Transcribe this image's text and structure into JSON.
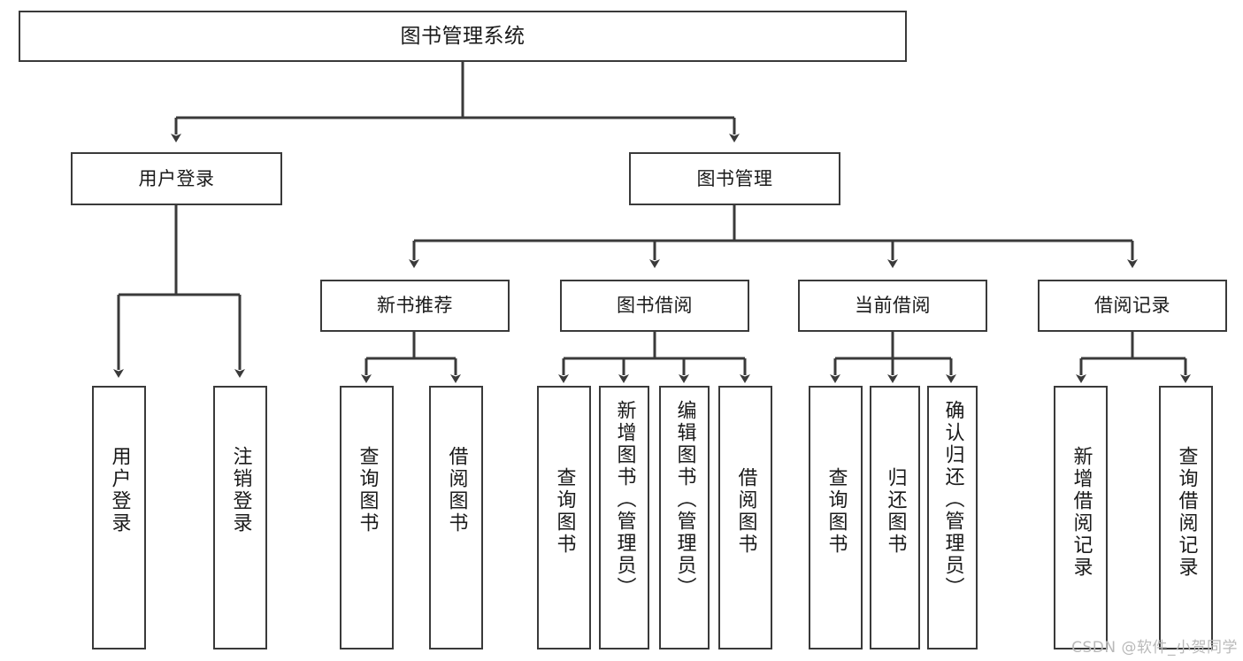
{
  "diagram": {
    "type": "tree-hierarchy",
    "title": "图书管理系统",
    "watermark": "CSDN @软件_小贺同学",
    "colors": {
      "background": "#ffffff",
      "stroke": "#3a3a3a",
      "text": "#1a1a1a",
      "watermark": "#b9b9b9"
    },
    "levels": {
      "level1": [
        {
          "id": "root",
          "label": "图书管理系统"
        }
      ],
      "level2": [
        {
          "id": "user-login",
          "label": "用户登录"
        },
        {
          "id": "book-management",
          "label": "图书管理"
        }
      ],
      "level3": [
        {
          "id": "new-book-recommend",
          "label": "新书推荐"
        },
        {
          "id": "book-borrow",
          "label": "图书借阅"
        },
        {
          "id": "current-borrow",
          "label": "当前借阅"
        },
        {
          "id": "borrow-record",
          "label": "借阅记录"
        }
      ],
      "level4": [
        {
          "id": "leaf-user-login",
          "label": "用户登录",
          "parent": "user-login"
        },
        {
          "id": "leaf-logout-login",
          "label": "注销登录",
          "parent": "user-login"
        },
        {
          "id": "leaf-query-book-1",
          "label": "查询图书",
          "parent": "new-book-recommend"
        },
        {
          "id": "leaf-borrow-book-1",
          "label": "借阅图书",
          "parent": "new-book-recommend"
        },
        {
          "id": "leaf-query-book-2",
          "label": "查询图书",
          "parent": "book-borrow"
        },
        {
          "id": "leaf-add-book",
          "label": "新增图书（管理员）",
          "parent": "book-borrow"
        },
        {
          "id": "leaf-edit-book",
          "label": "编辑图书（管理员）",
          "parent": "book-borrow"
        },
        {
          "id": "leaf-borrow-book-2",
          "label": "借阅图书",
          "parent": "book-borrow"
        },
        {
          "id": "leaf-query-book-3",
          "label": "查询图书",
          "parent": "current-borrow"
        },
        {
          "id": "leaf-return-book",
          "label": "归还图书",
          "parent": "current-borrow"
        },
        {
          "id": "leaf-confirm-return",
          "label": "确认归还（管理员）",
          "parent": "current-borrow"
        },
        {
          "id": "leaf-add-record",
          "label": "新增借阅记录",
          "parent": "borrow-record"
        },
        {
          "id": "leaf-query-record",
          "label": "查询借阅记录",
          "parent": "borrow-record"
        }
      ]
    }
  }
}
